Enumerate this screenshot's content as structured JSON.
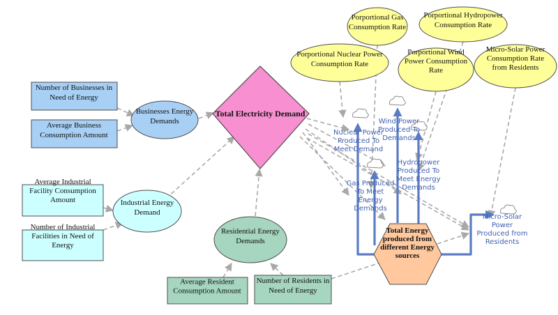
{
  "diagram": {
    "center": {
      "label_lines": [
        "Total Electricity Demand"
      ]
    },
    "stocks": {
      "businesses_count": {
        "label_lines": [
          "Number of Businesses in",
          "Need of Energy"
        ]
      },
      "business_avg": {
        "label_lines": [
          "Average Business",
          "Consumption Amount"
        ]
      },
      "industrial_avg": {
        "label_lines": [
          "Average Industrial",
          "Facility Consumption",
          "Amount"
        ]
      },
      "industrial_count": {
        "label_lines": [
          "Number of Industrial",
          "Facilities in Need of",
          "Energy"
        ]
      },
      "resident_avg": {
        "label_lines": [
          "Average Resident",
          "Consumption Amount"
        ]
      },
      "residents_count": {
        "label_lines": [
          "Number of Residents in",
          "Need of Energy"
        ]
      }
    },
    "aux": {
      "business_demand": {
        "label_lines": [
          "Businesses Energy",
          "Demands"
        ]
      },
      "industrial_demand": {
        "label_lines": [
          "Industrial Energy",
          "Demand"
        ]
      },
      "residential_demand": {
        "label_lines": [
          "Residential Energy",
          "Demands"
        ]
      }
    },
    "rates": {
      "gas": {
        "label_lines": [
          "Porportional Gas",
          "Consumption Rate"
        ]
      },
      "hydro": {
        "label_lines": [
          "Porportional Hydropower",
          "Consumption Rate"
        ]
      },
      "nuclear": {
        "label_lines": [
          "Porportional Nuclear Power",
          "Consumption Rate"
        ]
      },
      "wind": {
        "label_lines": [
          "Porportional Wind",
          "Power Consumption",
          "Rate"
        ]
      },
      "solar": {
        "label_lines": [
          "Micro-Solar Power",
          "Consumption Rate",
          "from Residents"
        ]
      }
    },
    "hexagon": {
      "label_lines": [
        "Total Energy",
        "produced from",
        "different Energy",
        "sources"
      ]
    },
    "flows": {
      "nuclear": {
        "label_lines": [
          "Nuclear Power",
          "Produced To",
          "Meet Demand"
        ]
      },
      "wind": {
        "label_lines": [
          "Wind Power",
          "Produced To",
          "Demands"
        ]
      },
      "hydro": {
        "label_lines": [
          "Hydropower",
          "Produced To",
          "Meet Energy",
          "Demands"
        ]
      },
      "gas": {
        "label_lines": [
          "Gas Produced",
          "To Meet",
          "Energy",
          "Demands"
        ]
      },
      "solar": {
        "label_lines": [
          "Micro-Solar",
          "Power",
          "Produced from",
          "Residents"
        ]
      }
    },
    "colors": {
      "stock_blue": "#a8d0f5",
      "stock_cyan": "#ccffff",
      "stock_green": "#a6d5c0",
      "aux_blue": "#a8d0f5",
      "aux_cyan": "#ccffff",
      "aux_green": "#a6d5c0",
      "center_pink": "#f78fd0",
      "rate_yellow": "#ffff99",
      "hexagon_orange": "#ffc89e",
      "flow_blue": "#5a7bc4",
      "link_gray": "#a8a8a8"
    }
  }
}
